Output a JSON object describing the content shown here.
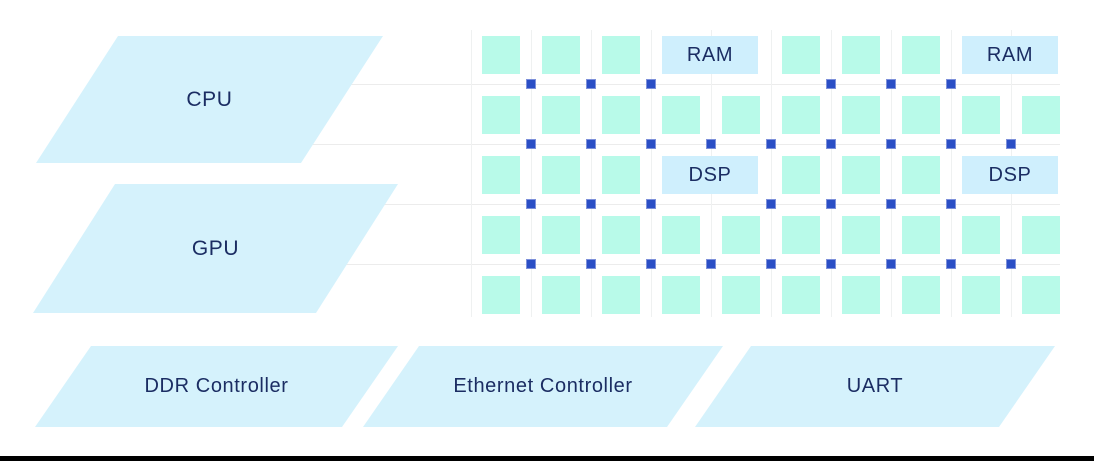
{
  "diagram": {
    "left_blocks": [
      {
        "label": "CPU"
      },
      {
        "label": "GPU"
      }
    ],
    "bottom_blocks": [
      {
        "label": "DDR Controller"
      },
      {
        "label": "Ethernet Controller"
      },
      {
        "label": "UART"
      }
    ],
    "core_grid": {
      "rows": 5,
      "cols": 10,
      "memory_labels": [
        {
          "text": "RAM",
          "row": 0,
          "col": 3
        },
        {
          "text": "RAM",
          "row": 0,
          "col": 8
        },
        {
          "text": "DSP",
          "row": 2,
          "col": 3
        },
        {
          "text": "DSP",
          "row": 2,
          "col": 8
        }
      ],
      "router_dot_pattern": [
        [
          1,
          1,
          1,
          0,
          0,
          1,
          1,
          1,
          0
        ],
        [
          1,
          1,
          1,
          1,
          1,
          1,
          1,
          1,
          1
        ],
        [
          1,
          1,
          1,
          0,
          1,
          1,
          1,
          1,
          0
        ],
        [
          1,
          1,
          1,
          1,
          1,
          1,
          1,
          1,
          1
        ]
      ]
    },
    "colors": {
      "block_fill": "#d5f2fc",
      "memory_label_fill": "#cfeffd",
      "core_fill": "#b8fae9",
      "text": "#1b2d63",
      "dot_fill": "#2a4ec5",
      "dot_border": "#7d90da",
      "hline": "#ececec",
      "vline": "#eff1f1",
      "bottom_bar": "#000000"
    }
  }
}
